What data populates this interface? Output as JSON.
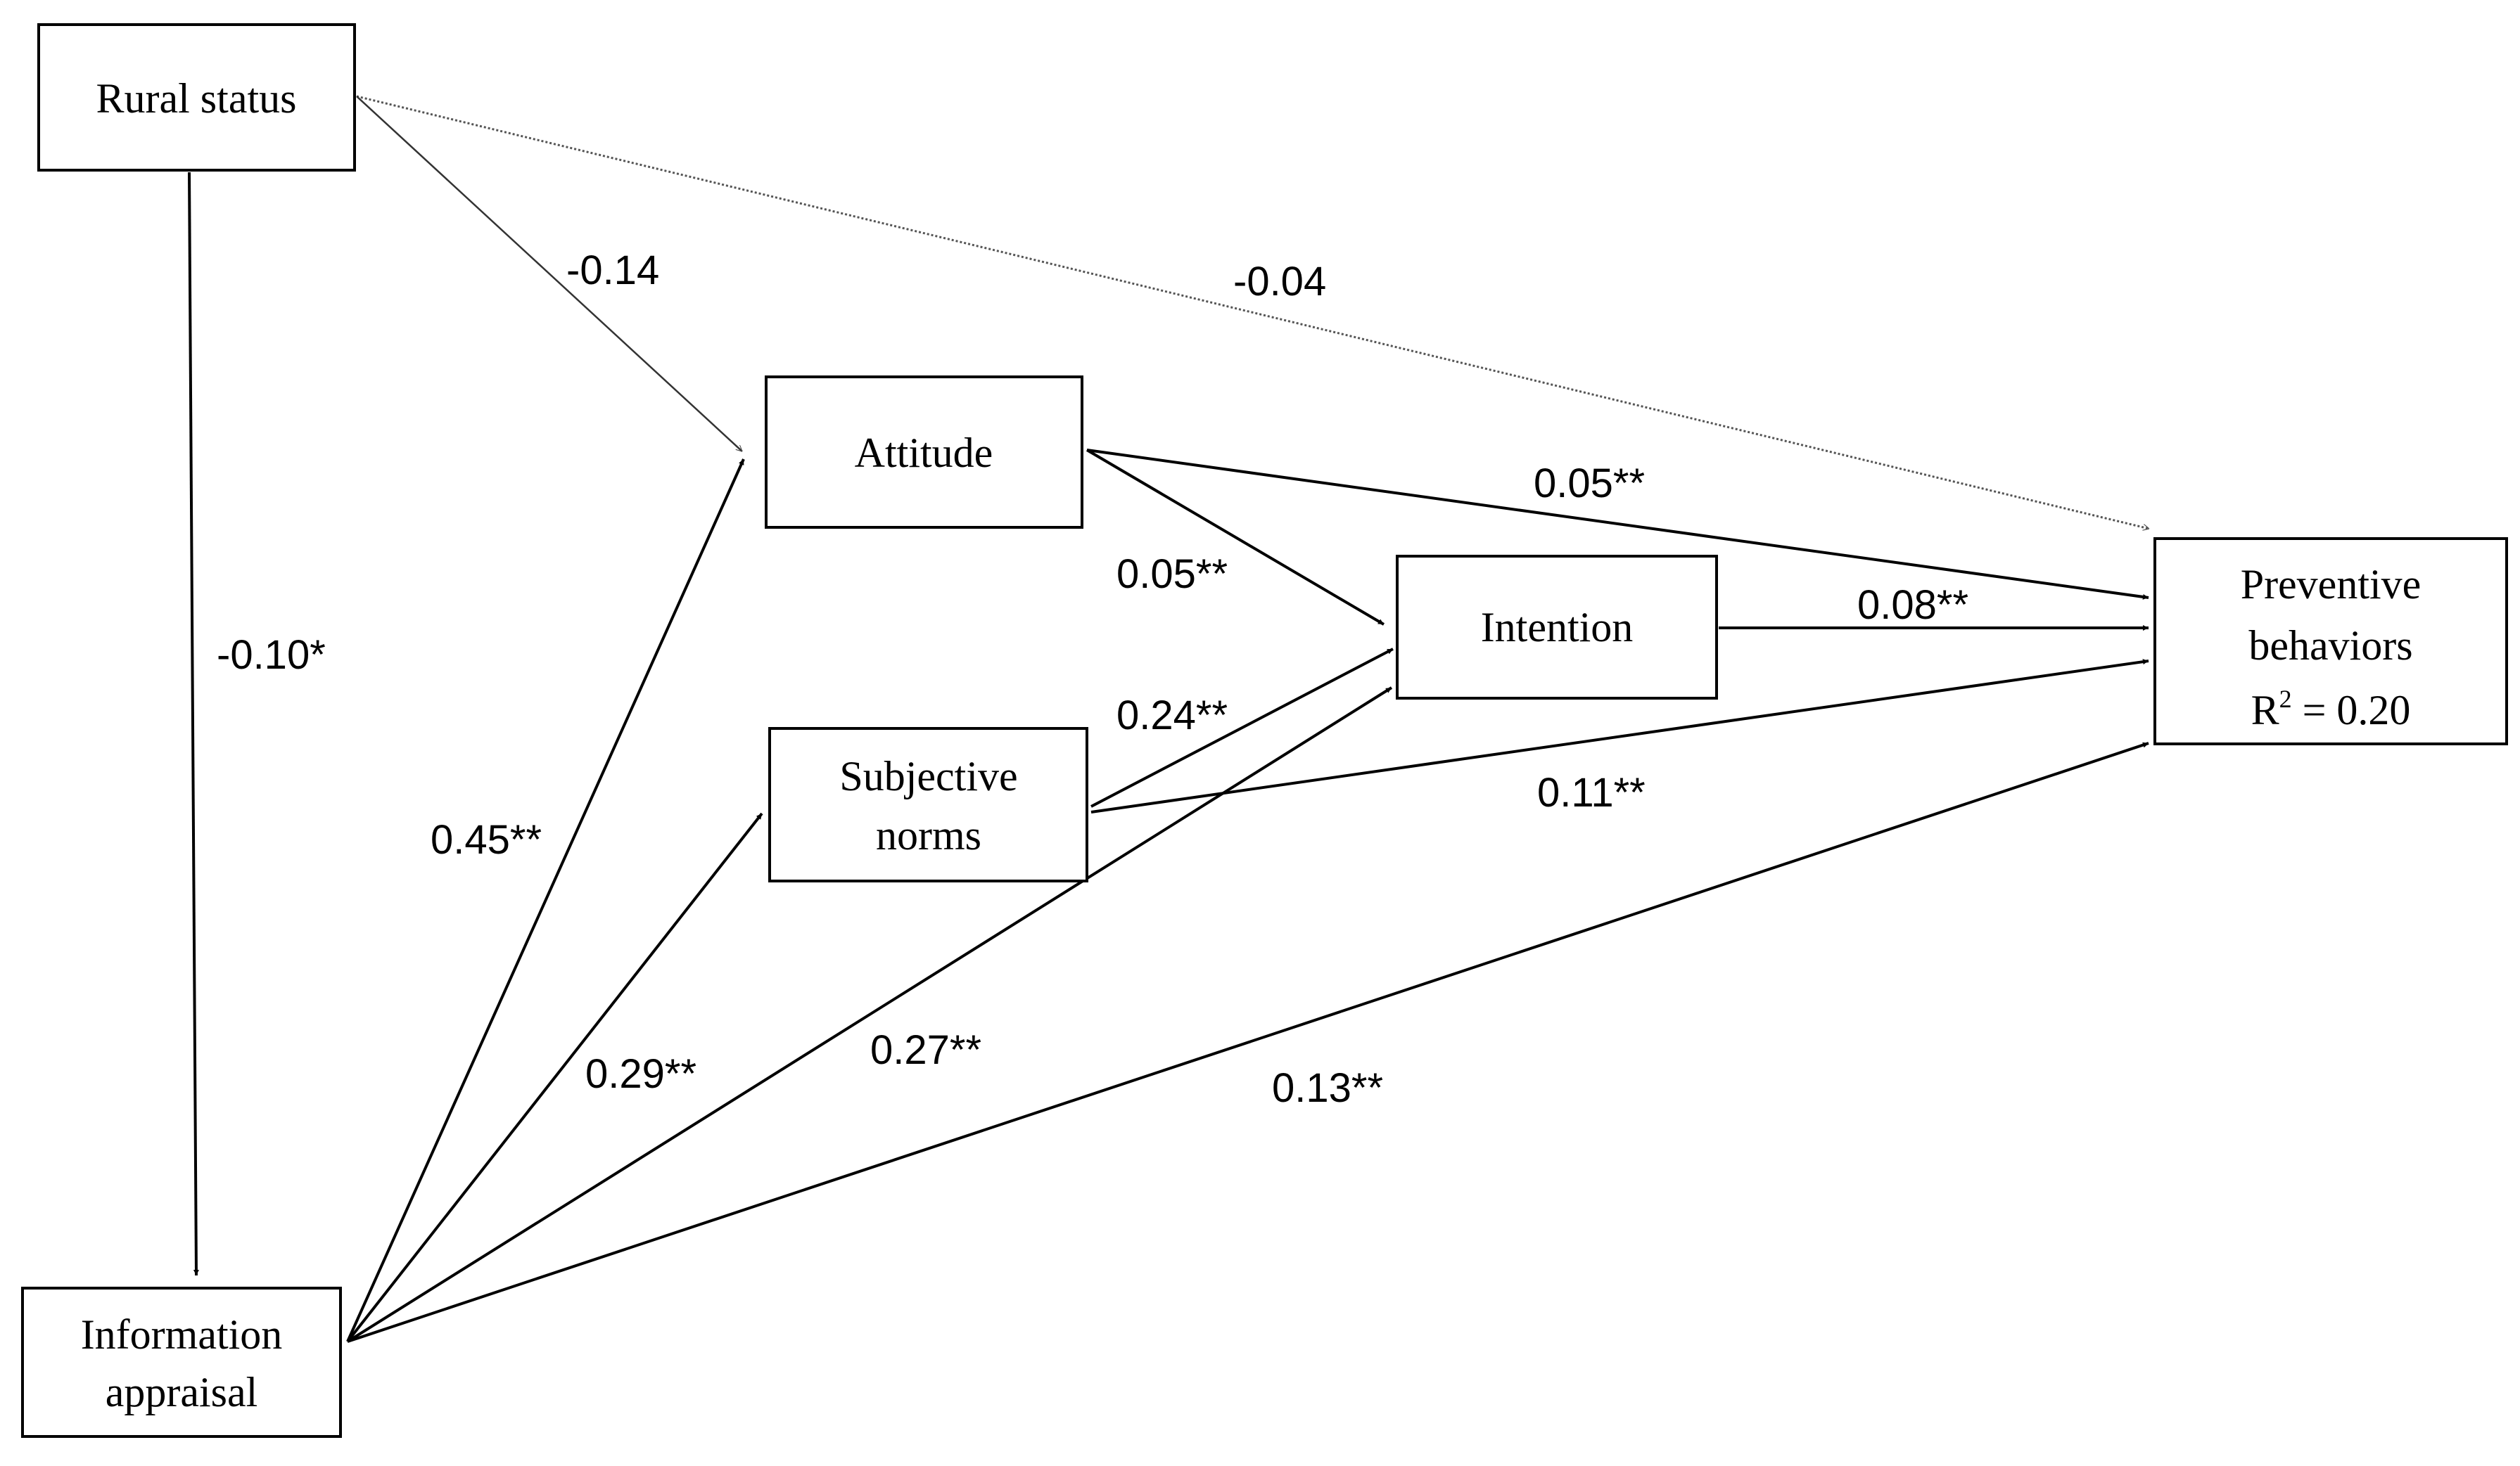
{
  "nodes": {
    "rural_status": {
      "label": "Rural status"
    },
    "information_appraisal": {
      "line1": "Information",
      "line2": "appraisal"
    },
    "attitude": {
      "label": "Attitude"
    },
    "subjective_norms": {
      "line1": "Subjective",
      "line2": "norms"
    },
    "intention": {
      "label": "Intention"
    },
    "preventive_behaviors": {
      "line1": "Preventive",
      "line2": "behaviors",
      "r2_prefix": "R",
      "r2_sup": "2",
      "r2_suffix": " = 0.20"
    }
  },
  "paths": {
    "rural_to_attitude": "-0.14",
    "rural_to_preventive": "-0.04",
    "rural_to_info": "-0.10*",
    "attitude_to_preventive": "0.05**",
    "attitude_to_intention": "0.05**",
    "intention_to_preventive": "0.08**",
    "norms_to_intention": "0.24**",
    "norms_to_preventive": "0.11**",
    "info_to_attitude": "0.45**",
    "info_to_norms": "0.29**",
    "info_to_intention": "0.27**",
    "info_to_preventive": "0.13**"
  }
}
